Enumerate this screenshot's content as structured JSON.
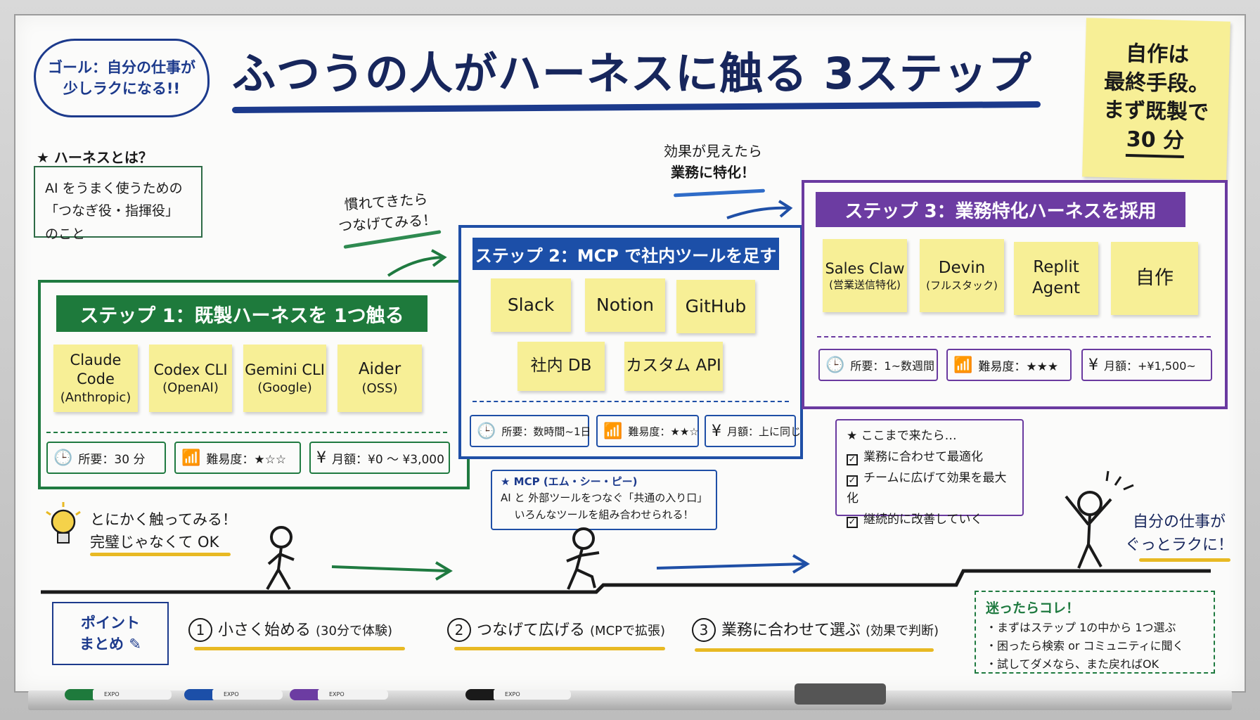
{
  "title": "ふつうの人がハーネスに触る 3ステップ",
  "goal": {
    "line1": "ゴール：自分の仕事が",
    "line2": "少しラクになる!!"
  },
  "harness": {
    "heading": "★ ハーネスとは？",
    "line1": "AI をうまく使うための",
    "line2": "「つなぎ役・指揮役」のこと"
  },
  "top_sticky": {
    "line1": "自作は",
    "line2": "最終手段。",
    "line3": "まず既製で",
    "line4": "30 分"
  },
  "transitions": {
    "to_step2": {
      "line1": "慣れてきたら",
      "line2": "つなげてみる！"
    },
    "to_step3": {
      "line1": "効果が見えたら",
      "line2": "業務に特化！"
    }
  },
  "steps": [
    {
      "title": "ステップ 1：既製ハーネスを 1つ触る",
      "tools": [
        {
          "name": "Claude Code",
          "sub": "(Anthropic)"
        },
        {
          "name": "Codex CLI",
          "sub": "(OpenAI)"
        },
        {
          "name": "Gemini CLI",
          "sub": "(Google)"
        },
        {
          "name": "Aider",
          "sub": "(OSS)"
        }
      ],
      "time": "所要：30 分",
      "difficulty": "難易度：★☆☆",
      "cost": "月額：¥0 ～ ¥3,000"
    },
    {
      "title": "ステップ 2：MCP で社内ツールを足す",
      "tools": [
        {
          "name": "Slack"
        },
        {
          "name": "Notion"
        },
        {
          "name": "GitHub"
        },
        {
          "name": "社内 DB"
        },
        {
          "name": "カスタム API"
        }
      ],
      "time": "所要：数時間~1日",
      "difficulty": "難易度：★★☆",
      "cost": "月額：上に同じ"
    },
    {
      "title": "ステップ 3：業務特化ハーネスを採用",
      "tools": [
        {
          "name": "Sales Claw",
          "sub": "(営業送信特化)"
        },
        {
          "name": "Devin",
          "sub": "(フルスタック)"
        },
        {
          "name": "Replit",
          "sub": "Agent"
        },
        {
          "name": "自作"
        }
      ],
      "time": "所要：1~数週間",
      "difficulty": "難易度：★★★",
      "cost": "月額：+¥1,500~"
    }
  ],
  "mcp_note": {
    "heading": "★ MCP (エム・シー・ピー)",
    "line1": "AI と 外部ツールをつなぐ「共通の入り口」",
    "line2": "いろんなツールを組み合わせられる！"
  },
  "here": {
    "heading": "★ ここまで来たら…",
    "items": [
      "業務に合わせて最適化",
      "チームに広げて効果を最大化",
      "継続的に改善していく"
    ]
  },
  "tip": {
    "line1": "とにかく触ってみる！",
    "line2": "完璧じゃなくて OK"
  },
  "result": {
    "line1": "自分の仕事が",
    "line2": "ぐっとラクに！"
  },
  "summary": {
    "label_line1": "ポイント",
    "label_line2": "まとめ",
    "points": [
      {
        "num": "1",
        "text": "小さく始める",
        "note": "(30分で体験)"
      },
      {
        "num": "2",
        "text": "つなげて広げる",
        "note": "(MCPで拡張)"
      },
      {
        "num": "3",
        "text": "業務に合わせて選ぶ",
        "note": "(効果で判断)"
      }
    ]
  },
  "lost": {
    "heading": "迷ったらコレ！",
    "items": [
      "・まずはステップ 1の中から 1つ選ぶ",
      "・困ったら検索 or コミュニティに聞く",
      "・試してダメなら、また戻ればOK"
    ]
  },
  "markers": {
    "brand": "EXPO"
  },
  "colors": {
    "green": "#1e7a3c",
    "blue": "#1c4fa8",
    "purple": "#6c3ca2",
    "navy": "#17265c",
    "sticky": "#f7ef96",
    "highlight": "#e8b923"
  }
}
